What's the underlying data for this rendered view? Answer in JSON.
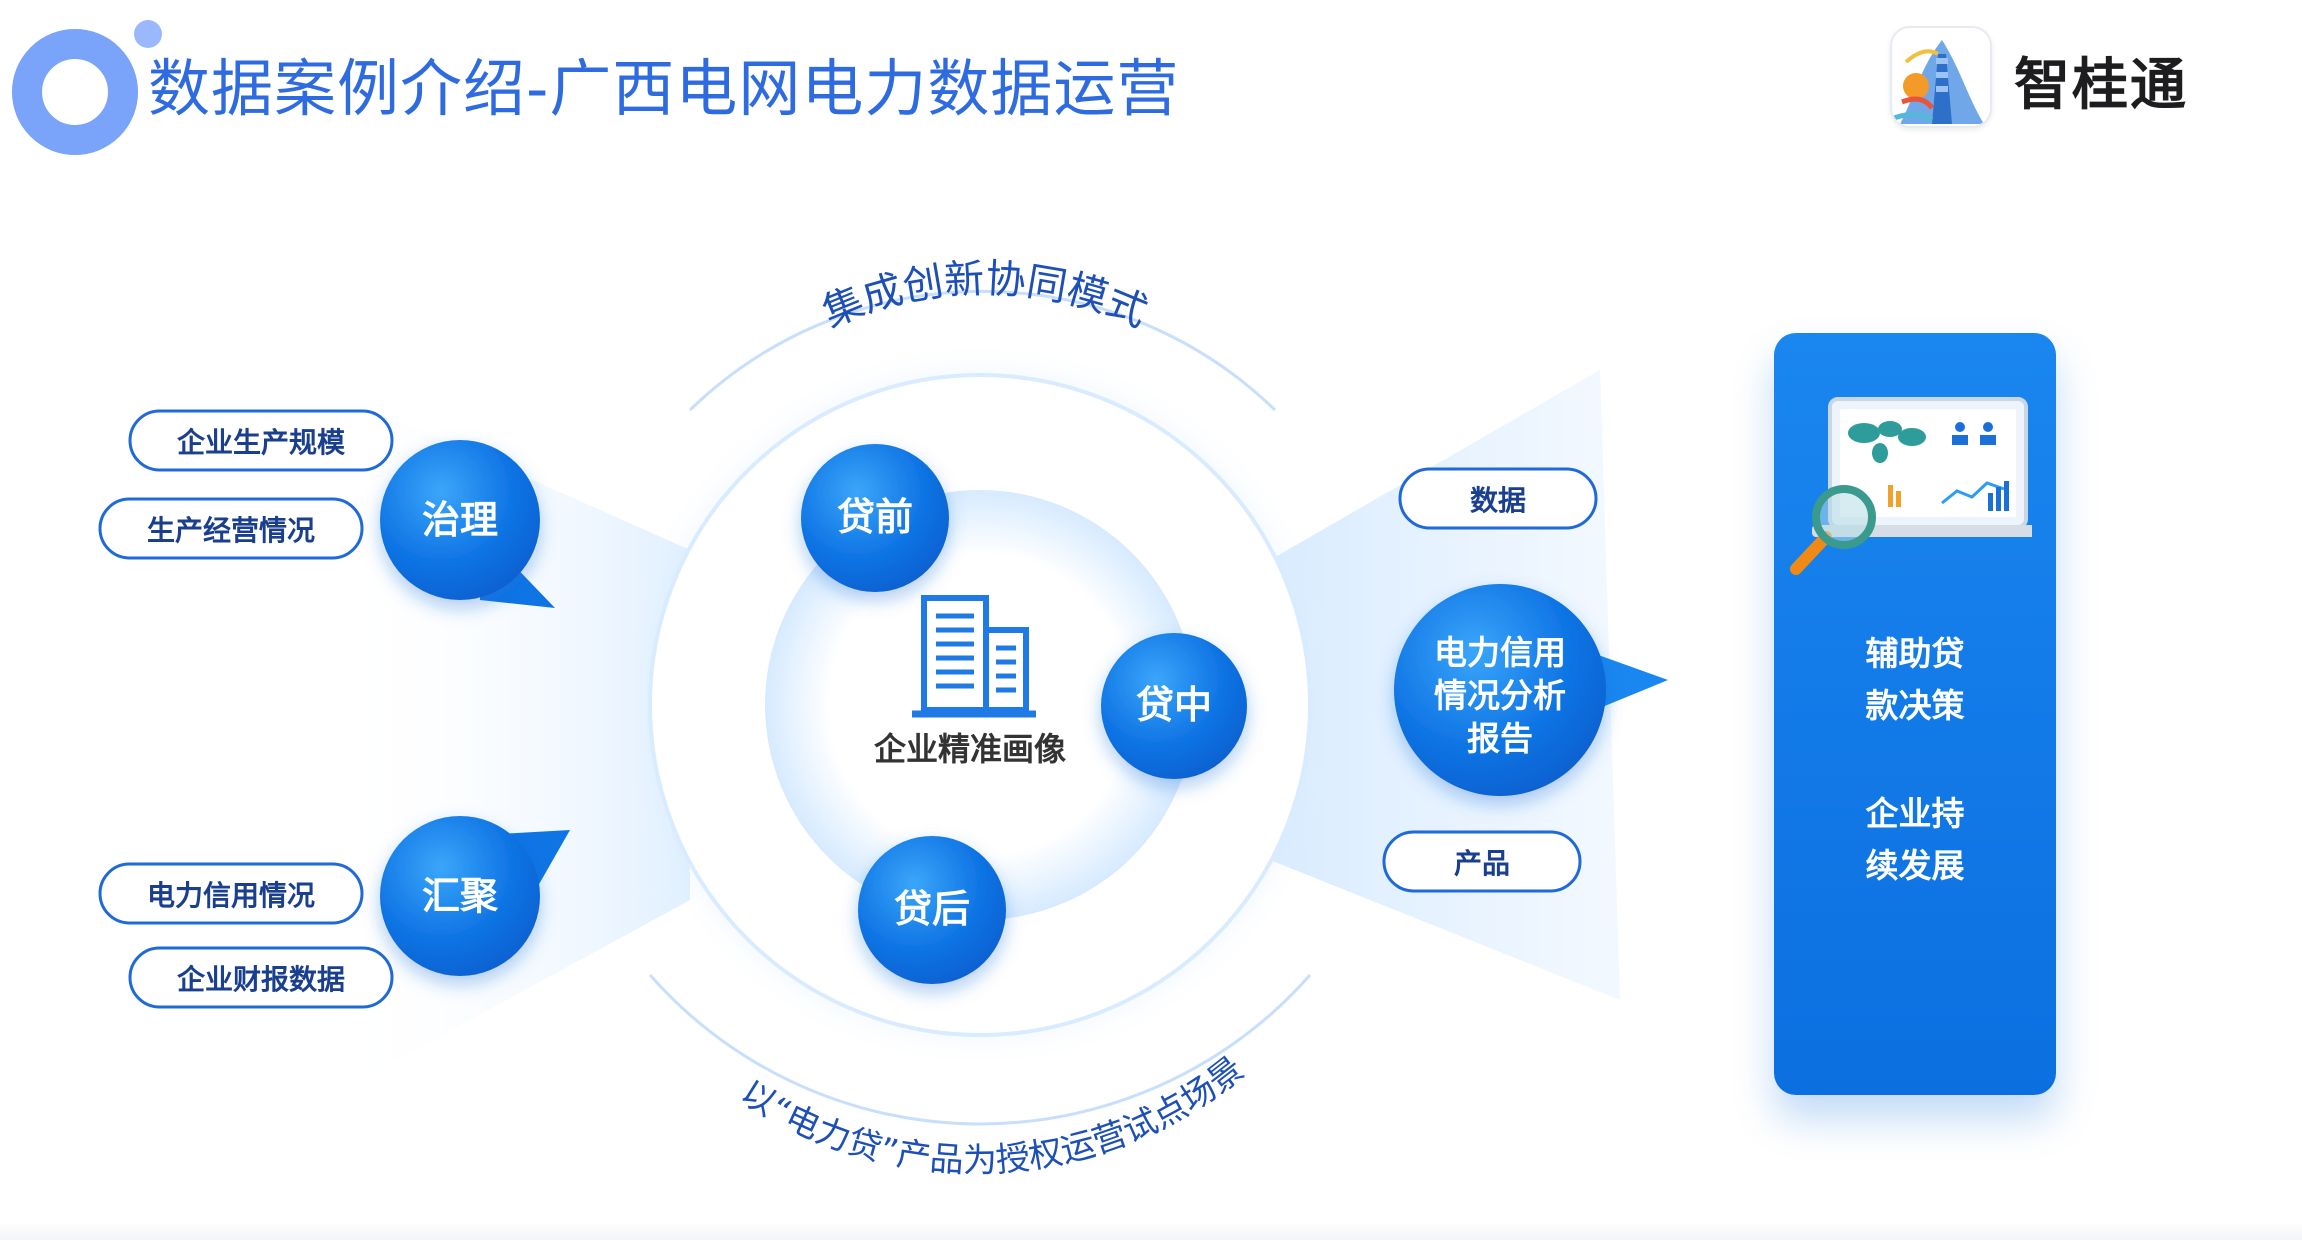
{
  "page": {
    "title": "数据案例介绍-广西电网电力数据运营",
    "brand": "智桂通"
  },
  "diagram": {
    "arc_top_label": "集成创新协同模式",
    "arc_bottom_label": "以“电力贷”产品为授权运营试点场景",
    "center_label": "企业精准画像",
    "stages": [
      "贷前",
      "贷中",
      "贷后"
    ],
    "left_nodes": [
      {
        "label": "治理",
        "tags": [
          "企业生产规模",
          "生产经营情况"
        ]
      },
      {
        "label": "汇聚",
        "tags": [
          "电力信用情况",
          "企业财报数据"
        ]
      }
    ],
    "report": {
      "lines": [
        "电力信用",
        "情况分析",
        "报告"
      ],
      "tags": [
        "数据",
        "产品"
      ]
    },
    "outcomes": [
      [
        "辅助贷",
        "款决策"
      ],
      [
        "企业持",
        "续发展"
      ]
    ]
  },
  "colors": {
    "title": "#2f6be0",
    "node_blue": "#0b6fe0",
    "node_blue_light": "#2e9cf6",
    "tag_border": "#1f6ad8",
    "glow": "#cfe7ff",
    "panel": "#0b6fe0"
  },
  "icons": [
    "building-icon",
    "monitor-map-icon",
    "magnifier-icon",
    "title-ring-icon"
  ]
}
